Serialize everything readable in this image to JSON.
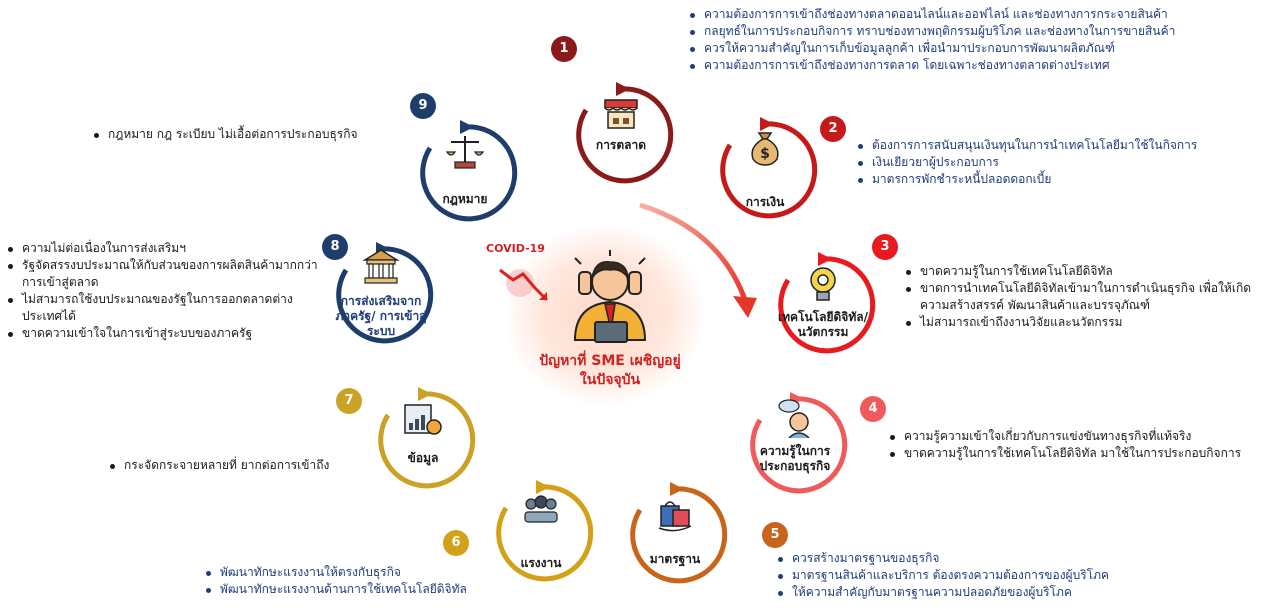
{
  "center": {
    "title": "ปัญหาที่ SME เผชิญอยู่ในปัจจุบัน",
    "title_line1": "ปัญหาที่ SME เผชิญอยู่",
    "title_line2": "ในปัจจุบัน",
    "covid_label": "COVID-19"
  },
  "topics": [
    {
      "num": "1",
      "label": "การตลาด",
      "color": "#8b1a1a",
      "icon": "market-stall-icon",
      "bullets": [
        "ความต้องการการเข้าถึงช่องทางตลาดออนไลน์และออฟไลน์ และช่องทางการกระจายสินค้า",
        "กลยุทธ์ในการประกอบกิจการ ทราบช่องทางพฤติกรรมผู้บริโภค และช่องทางในการขายสินค้า",
        "ควรให้ความสำคัญในการเก็บข้อมูลลูกค้า เพื่อนำมาประกอบการพัฒนาผลิตภัณฑ์",
        "ความต้องการการเข้าถึงช่องทางการตลาด โดยเฉพาะช่องทางตลาดต่างประเทศ"
      ]
    },
    {
      "num": "2",
      "label": "การเงิน",
      "color": "#c41a1a",
      "icon": "money-bag-icon",
      "bullets": [
        "ต้องการการสนับสนุนเงินทุนในการนำเทคโนโลยีมาใช้ในกิจการ",
        "เงินเยียวยาผู้ประกอบการ",
        "มาตรการพักชำระหนี้ปลอดดอกเบี้ย"
      ]
    },
    {
      "num": "3",
      "label": "เทคโนโลยีดิจิทัล/นวัตกรรม",
      "label_line1": "เทคโนโลยีดิจิทัล/",
      "label_line2": "นวัตกรรม",
      "color": "#e8191f",
      "icon": "lightbulb-gear-icon",
      "bullets": [
        "ขาดความรู้ในการใช้เทคโนโลยีดิจิทัล",
        "ขาดการนำเทคโนโลยีดิจิทัลเข้ามาในการดำเนินธุรกิจ เพื่อให้เกิดความสร้างสรรค์ พัฒนาสินค้าและบรรจุภัณฑ์",
        "ไม่สามารถเข้าถึงงานวิจัยและนวัตกรรม"
      ]
    },
    {
      "num": "4",
      "label": "ความรู้ในการประกอบธุรกิจ",
      "label_line1": "ความรู้ในการ",
      "label_line2": "ประกอบธุรกิจ",
      "color": "#ef5a5a",
      "icon": "thinking-person-icon",
      "bullets": [
        "ความรู้ความเข้าใจเกี่ยวกับการแข่งขันทางธุรกิจที่แท้จริง",
        "ขาดความรู้ในการใช้เทคโนโลยีดิจิทัล มาใช้ในการประกอบกิจการ"
      ]
    },
    {
      "num": "5",
      "label": "มาตรฐาน",
      "color": "#c8651b",
      "icon": "shopping-bag-icon",
      "bullets": [
        "ควรสร้างมาตรฐานของธุรกิจ",
        "มาตรฐานสินค้าและบริการ ต้องตรงความต้องการของผู้บริโภค",
        "ให้ความสำคัญกับมาตรฐานความปลอดภัยของผู้บริโภค"
      ]
    },
    {
      "num": "6",
      "label": "แรงงาน",
      "color": "#d4a017",
      "icon": "workers-icon",
      "bullets": [
        "พัฒนาทักษะแรงงานให้ตรงกับธุรกิจ",
        "พัฒนาทักษะแรงงานด้านการใช้เทคโนโลยีดิจิทัล"
      ]
    },
    {
      "num": "7",
      "label": "ข้อมูล",
      "color": "#c9a227",
      "icon": "data-dashboard-icon",
      "bullets": [
        "กระจัดกระจายหลายที่ ยากต่อการเข้าถึง"
      ]
    },
    {
      "num": "8",
      "label": "การส่งเสริมจากภาครัฐ/ การเข้าสู่ระบบ",
      "label_line1": "การส่งเสริมจาก",
      "label_line2": "ภาครัฐ/ การเข้าสู่",
      "label_line3": "ระบบ",
      "color": "#1f3d6b",
      "icon": "government-building-icon",
      "bullets": [
        "ความไม่ต่อเนื่องในการส่งเสริมฯ",
        "รัฐจัดสรรงบประมาณให้กับส่วนของการผลิตสินค้ามากกว่าการเข้าสู่ตลาด",
        "ไม่สามารถใช้งบประมาณของรัฐในการออกตลาดต่างประเทศได้",
        "ขาดความเข้าใจในการเข้าสู่ระบบของภาครัฐ"
      ]
    },
    {
      "num": "9",
      "label": "กฎหมาย",
      "color": "#1f3d6b",
      "icon": "scales-of-justice-icon",
      "bullets": [
        "กฎหมาย กฎ ระเบียบ ไม่เอื้อต่อการประกอบธุรกิจ"
      ]
    }
  ]
}
